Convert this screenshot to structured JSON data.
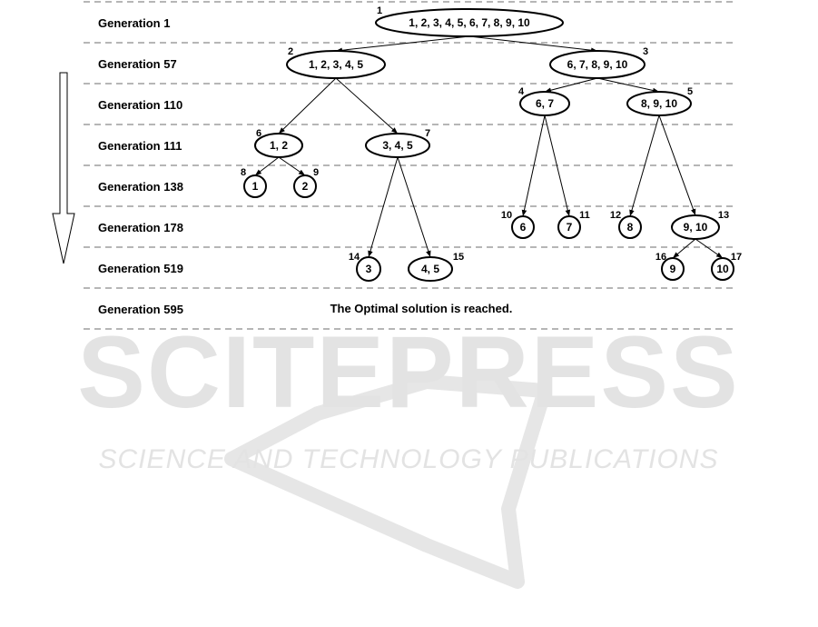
{
  "watermark": {
    "brand": "SCITEPRESS",
    "tagline": "SCIENCE AND TECHNOLOGY PUBLICATIONS"
  },
  "generations": [
    "Generation 1",
    "Generation 57",
    "Generation 110",
    "Generation 111",
    "Generation 138",
    "Generation 178",
    "Generation 519",
    "Generation 595"
  ],
  "nodes": [
    {
      "id": "1",
      "label": "1, 2, 3, 4, 5, 6, 7, 8, 9, 10"
    },
    {
      "id": "2",
      "label": "1, 2, 3, 4, 5"
    },
    {
      "id": "3",
      "label": "6, 7, 8, 9, 10"
    },
    {
      "id": "4",
      "label": "6, 7"
    },
    {
      "id": "5",
      "label": "8, 9, 10"
    },
    {
      "id": "6",
      "label": "1, 2"
    },
    {
      "id": "7",
      "label": "3, 4, 5"
    },
    {
      "id": "8",
      "label": "1"
    },
    {
      "id": "9",
      "label": "2"
    },
    {
      "id": "10",
      "label": "6"
    },
    {
      "id": "11",
      "label": "7"
    },
    {
      "id": "12",
      "label": "8"
    },
    {
      "id": "13",
      "label": "9, 10"
    },
    {
      "id": "14",
      "label": "3"
    },
    {
      "id": "15",
      "label": "4, 5"
    },
    {
      "id": "16",
      "label": "9"
    },
    {
      "id": "17",
      "label": "10"
    }
  ],
  "edges": [
    [
      "1",
      "2"
    ],
    [
      "1",
      "3"
    ],
    [
      "2",
      "6"
    ],
    [
      "2",
      "7"
    ],
    [
      "3",
      "4"
    ],
    [
      "3",
      "5"
    ],
    [
      "6",
      "8"
    ],
    [
      "6",
      "9"
    ],
    [
      "7",
      "14"
    ],
    [
      "7",
      "15"
    ],
    [
      "4",
      "10"
    ],
    [
      "4",
      "11"
    ],
    [
      "5",
      "12"
    ],
    [
      "5",
      "13"
    ],
    [
      "13",
      "16"
    ],
    [
      "13",
      "17"
    ]
  ],
  "final_message": "The Optimal solution is reached."
}
